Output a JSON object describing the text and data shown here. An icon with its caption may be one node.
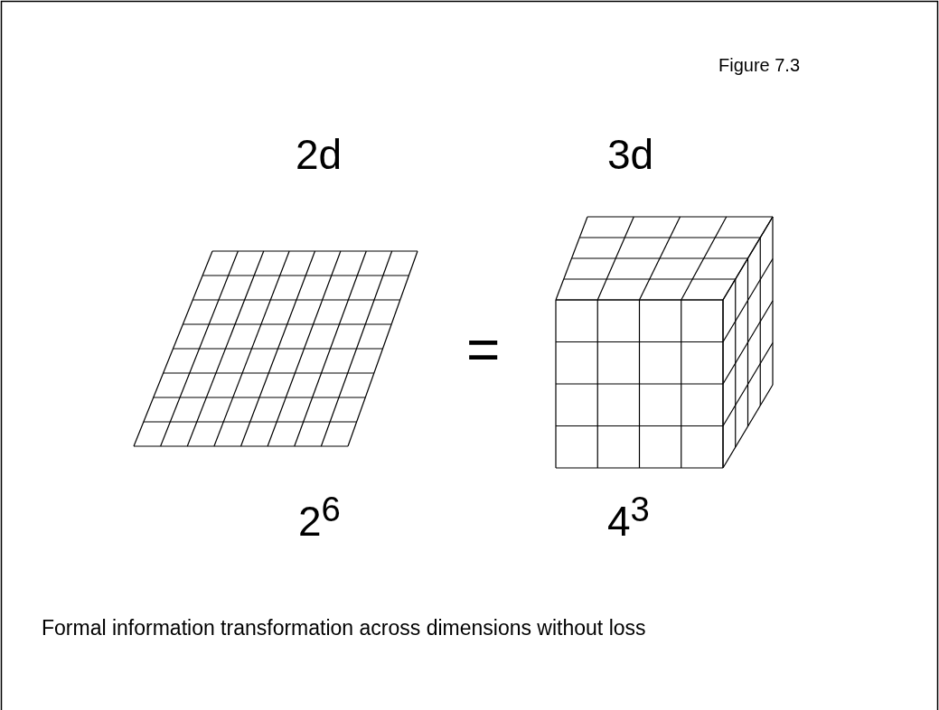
{
  "diagram": {
    "caption": "Formal information transformation across dimensions without loss",
    "labels": [
      "Figure 7.3",
      "2d",
      "3d",
      "=",
      "2$^{6}$",
      "4$^{3}$"
    ]
  }
}
